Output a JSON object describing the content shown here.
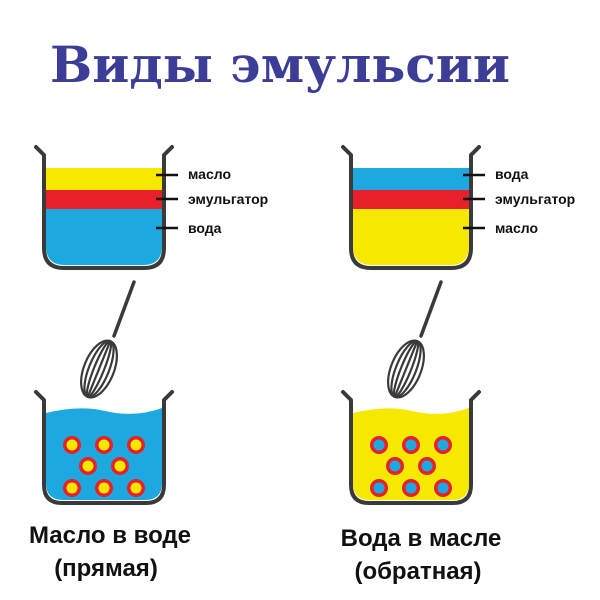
{
  "title": "Виды эмульсии",
  "colors": {
    "oil": "#f7e800",
    "water": "#1ea8e0",
    "emulsifier": "#e8202a",
    "title": "#3b3d96"
  },
  "panels": [
    {
      "layers": [
        {
          "label": "масло",
          "color": "#f7e800"
        },
        {
          "label": "эмульгатор",
          "color": "#e8202a"
        },
        {
          "label": "вода",
          "color": "#1ea8e0"
        }
      ],
      "emulsion": {
        "continuous": "#1ea8e0",
        "droplet_core": "#f7e800",
        "droplet_ring": "#e8202a"
      },
      "caption_line1": "Масло в воде",
      "caption_line2": "(прямая)"
    },
    {
      "layers": [
        {
          "label": "вода",
          "color": "#1ea8e0"
        },
        {
          "label": "эмульгатор",
          "color": "#e8202a"
        },
        {
          "label": "масло",
          "color": "#f7e800"
        }
      ],
      "emulsion": {
        "continuous": "#f7e800",
        "droplet_core": "#1ea8e0",
        "droplet_ring": "#e8202a"
      },
      "caption_line1": "Вода в масле",
      "caption_line2": "(обратная)"
    }
  ]
}
